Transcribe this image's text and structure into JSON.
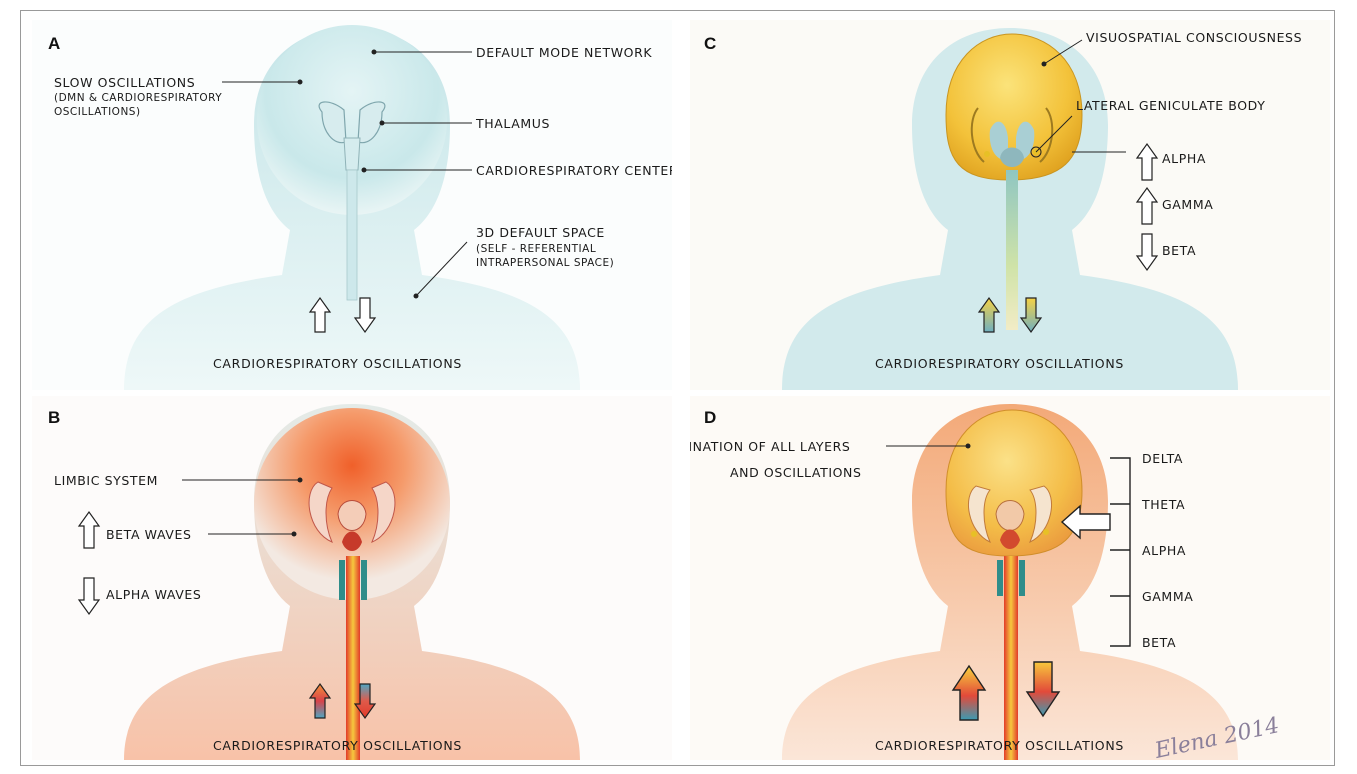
{
  "panels": {
    "a": {
      "letter": "A",
      "default_mode_network": "DEFAULT MODE NETWORK",
      "slow_oscillations": "SLOW OSCILLATIONS",
      "slow_oscillations_sub1": "(DMN & CARDIORESPIRATORY",
      "slow_oscillations_sub2": "OSCILLATIONS)",
      "thalamus": "THALAMUS",
      "cardiorespiratory_centers": "CARDIORESPIRATORY CENTERS",
      "default_space": "3D DEFAULT SPACE",
      "default_space_sub1": "(SELF - REFERENTIAL",
      "default_space_sub2": "INTRAPERSONAL SPACE)",
      "bottom": "CARDIORESPIRATORY OSCILLATIONS"
    },
    "b": {
      "letter": "B",
      "limbic_system": "LIMBIC SYSTEM",
      "beta_waves": "BETA WAVES",
      "alpha_waves": "ALPHA WAVES",
      "bottom": "CARDIORESPIRATORY OSCILLATIONS"
    },
    "c": {
      "letter": "C",
      "visuospatial": "VISUOSPATIAL CONSCIOUSNESS",
      "lateral_geniculate": "LATERAL GENICULATE BODY",
      "alpha": "ALPHA",
      "gamma": "GAMMA",
      "beta": "BETA",
      "bottom": "CARDIORESPIRATORY OSCILLATIONS"
    },
    "d": {
      "letter": "D",
      "combination_line1": "COMBINATION OF ALL LAYERS",
      "combination_line2": "AND OSCILLATIONS",
      "delta": "DELTA",
      "theta": "THETA",
      "alpha": "ALPHA",
      "gamma": "GAMMA",
      "beta": "BETA",
      "bottom": "CARDIORESPIRATORY OSCILLATIONS",
      "signature": "Elena 2014"
    }
  },
  "colors": {
    "skin_blue": "#c9e8ea",
    "brain_yellow": "#f3c23a",
    "limbic_orange": "#f06a2c",
    "text": "#1a1a1a"
  },
  "icons": [
    "up-arrow-icon",
    "down-arrow-icon",
    "block-arrow-icon"
  ]
}
